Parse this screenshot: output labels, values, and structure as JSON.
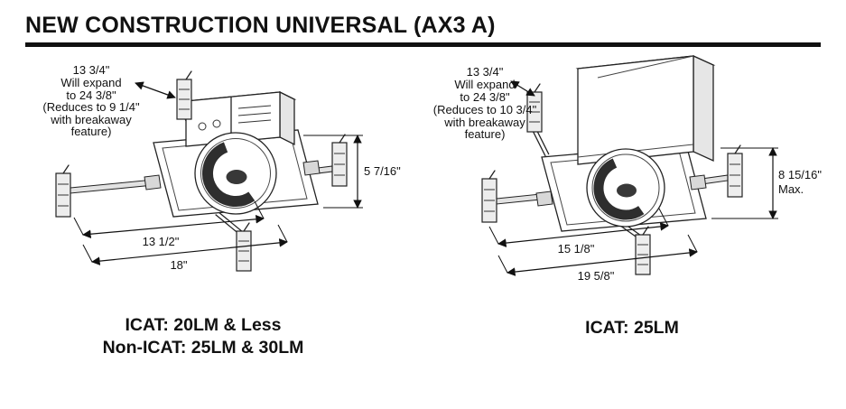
{
  "page": {
    "title": "NEW CONSTRUCTION UNIVERSAL (AX3 A)"
  },
  "colors": {
    "ink": "#111111"
  },
  "left_figure": {
    "annotation": {
      "lines": [
        "13 3/4\"",
        "Will expand",
        "to 24 3/8\"",
        "(Reduces to 9 1/4\"",
        "with breakaway",
        "feature)"
      ]
    },
    "dims": {
      "height": "5 7/16\"",
      "pan_width": "13 1/2\"",
      "overall_width": "18\""
    },
    "caption": {
      "line1": "ICAT: 20LM & Less",
      "line2": "Non-ICAT: 25LM & 30LM"
    }
  },
  "right_figure": {
    "annotation": {
      "lines": [
        "13 3/4\"",
        "Will expand",
        "to 24 3/8\"",
        "(Reduces to 10 3/4\"",
        "with breakaway",
        "feature)"
      ]
    },
    "dims": {
      "height": "8 15/16\"",
      "height_note": "Max.",
      "pan_width": "15 1/8\"",
      "overall_width": "19 5/8\""
    },
    "caption": {
      "line1": "ICAT: 25LM"
    }
  }
}
